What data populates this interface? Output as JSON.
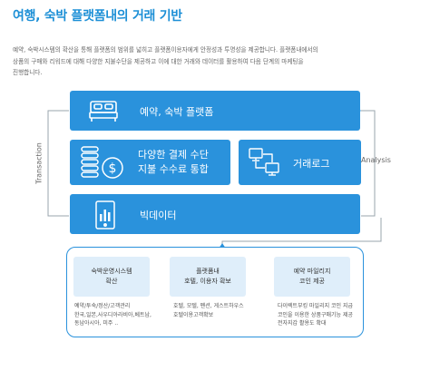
{
  "header": {
    "title": "여행, 숙박 플랫폼내의 거래 기반",
    "description_lines": [
      "예약, 숙박시스템의 확산을 통해 플랫폼의 범위를 넓히고 플랫폼이용자에게 안정성과 투명성을 제공합니다. 플랫폼내에서의",
      "상품의 구매와 리워드에 대해 다양한 지불수단을 제공하고 이에 대한 거래와 데이터를 활용하여 다음 단계의 마케팅을",
      "진행합니다."
    ]
  },
  "diagram": {
    "side_labels": {
      "left": "Transaction",
      "right": "Analysis"
    },
    "blocks": [
      {
        "label": "예약, 숙박 플랫폼",
        "icon": "bed-icon"
      },
      {
        "label_lines": [
          "다양한 결제 수단",
          "지불 수수료 통합"
        ],
        "icon": "coins-dollar-icon"
      },
      {
        "label": "거래로그",
        "icon": "network-computers-icon"
      },
      {
        "label": "빅데이터",
        "icon": "tablet-chart-icon"
      }
    ],
    "steps": [
      {
        "title_lines": [
          "숙박운영시스템",
          "확산"
        ],
        "notes": [
          "예약/투숙/정산/고객관리",
          "한국,일본,사우디아라비아,베트남,",
          "동남아시아, 미주 .."
        ]
      },
      {
        "title_lines": [
          "플랫폼내",
          "호텔, 이용자 확보"
        ],
        "notes": [
          "호텔, 모텔, 펜션, 게스트하우스",
          "호텔이용고객확보"
        ]
      },
      {
        "title_lines": [
          "예약 마일리지",
          "코인 제공"
        ],
        "notes": [
          "다이렉트부킹 마일리지 코인 지급",
          "코인을 이용한 상품구매기능 제공",
          "전자지갑 활용도 확대"
        ]
      }
    ]
  },
  "colors": {
    "accent": "#2a92dc",
    "title": "#1c8fd6",
    "step_bg": "#dfeefa"
  }
}
